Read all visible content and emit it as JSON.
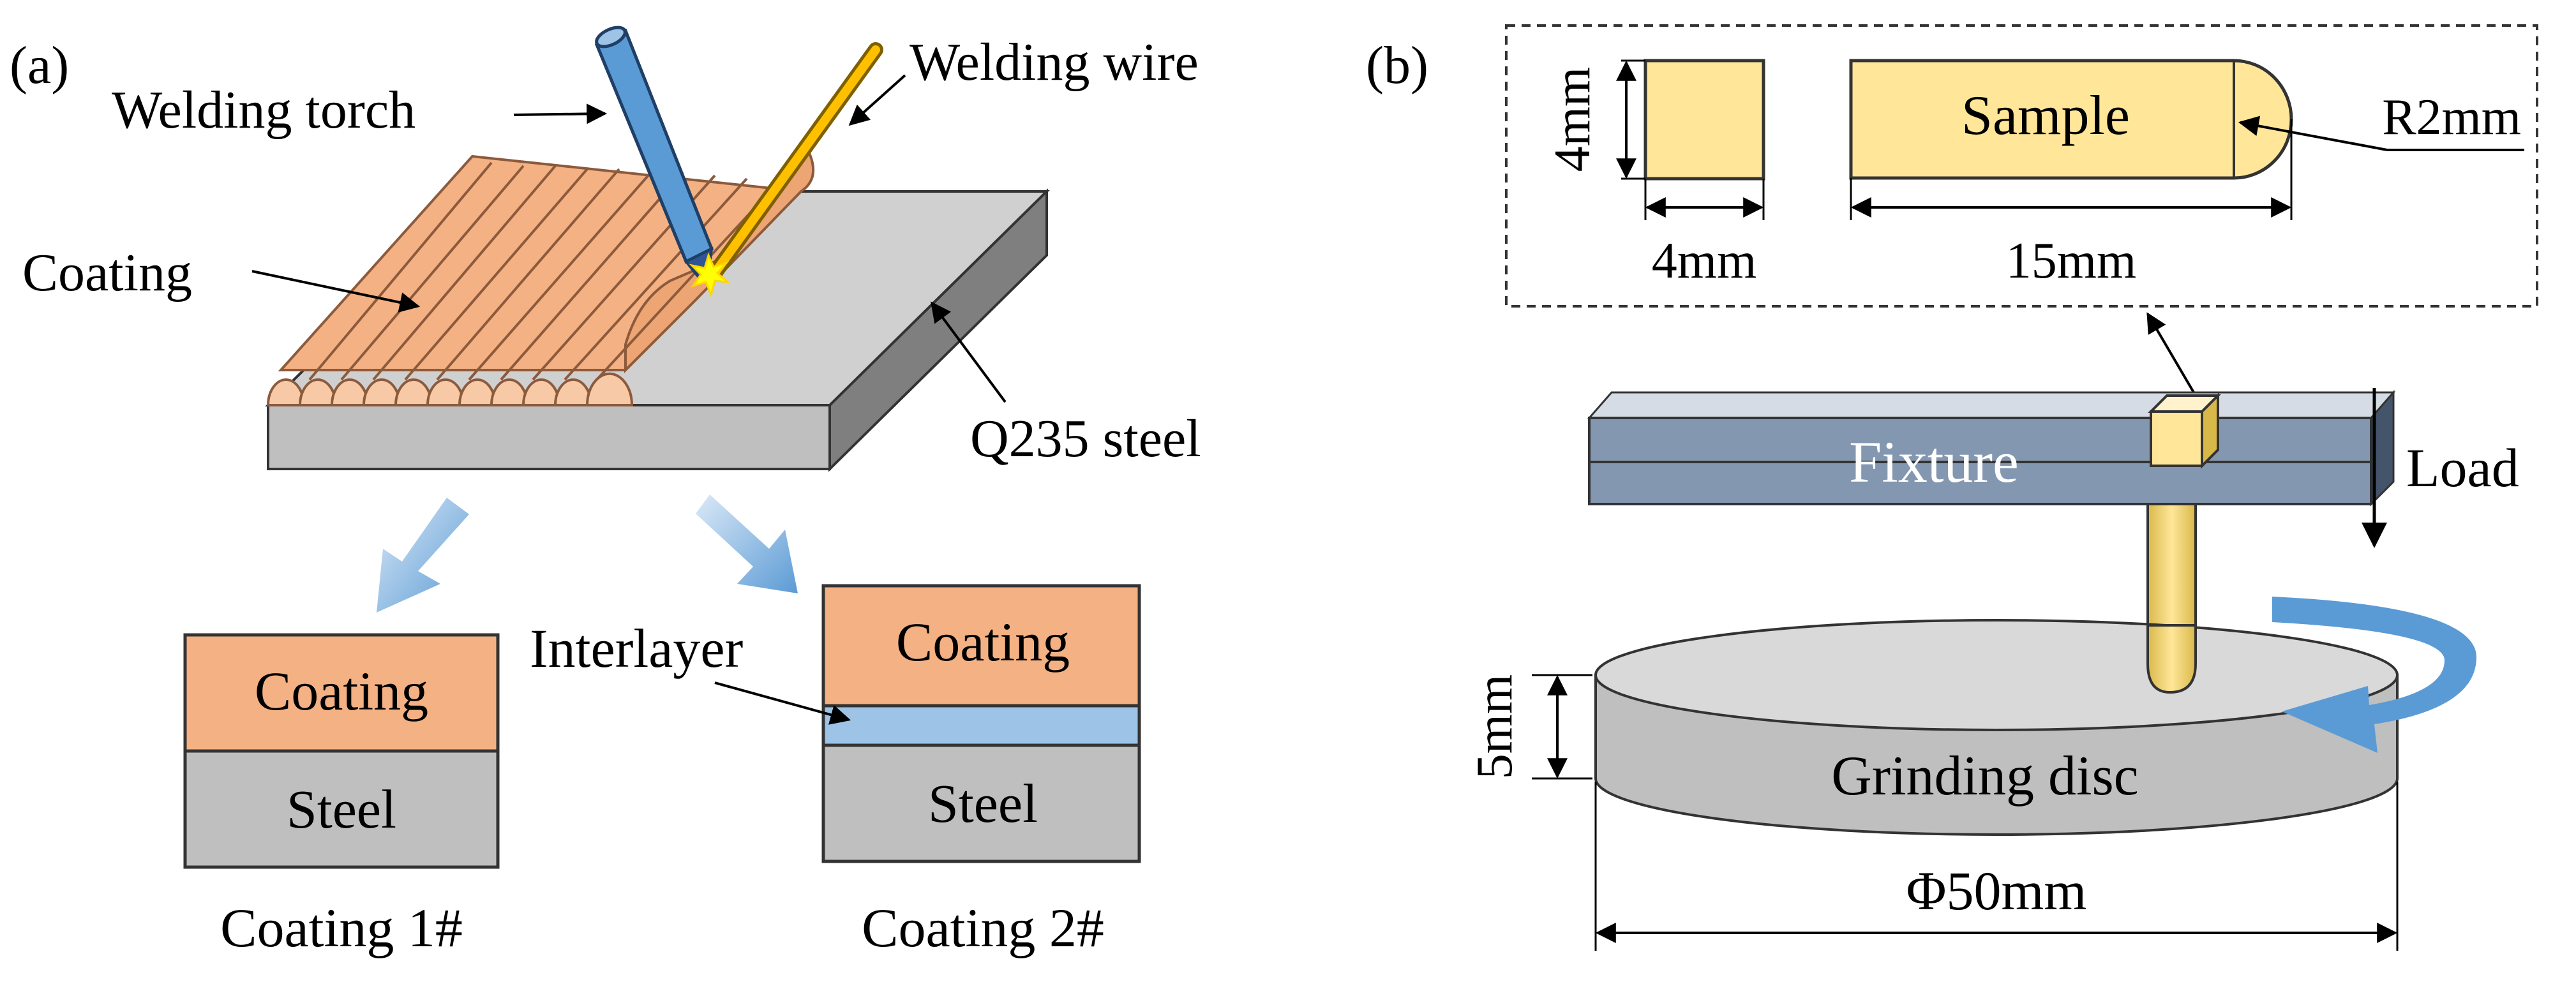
{
  "panel_a": {
    "label": "(a)",
    "welding_torch_label": "Welding torch",
    "welding_wire_label": "Welding wire",
    "coating_label": "Coating",
    "substrate_label": "Q235 steel",
    "coating1": {
      "coating_text": "Coating",
      "steel_text": "Steel",
      "caption": "Coating 1#"
    },
    "coating2": {
      "coating_text": "Coating",
      "interlayer_label": "Interlayer",
      "steel_text": "Steel",
      "caption": "Coating 2#"
    }
  },
  "panel_b": {
    "label": "(b)",
    "sample_label": "Sample",
    "square_height_label": "4mm",
    "square_width_label": "4mm",
    "sample_length_label": "15mm",
    "radius_label": "R2mm",
    "fixture_label": "Fixture",
    "load_label": "Load",
    "disc_label": "Grinding disc",
    "disc_thickness_label": "5mm",
    "disc_diameter_label": "Φ50mm"
  },
  "colors": {
    "coating": "#f4b183",
    "steel": "#c9c9c9",
    "interlayer": "#9dc3e6",
    "sample": "#ffe699",
    "fixture": "#8497b0",
    "torch": "#5b9bd5",
    "arrow_blue": "#5b9bd5"
  }
}
